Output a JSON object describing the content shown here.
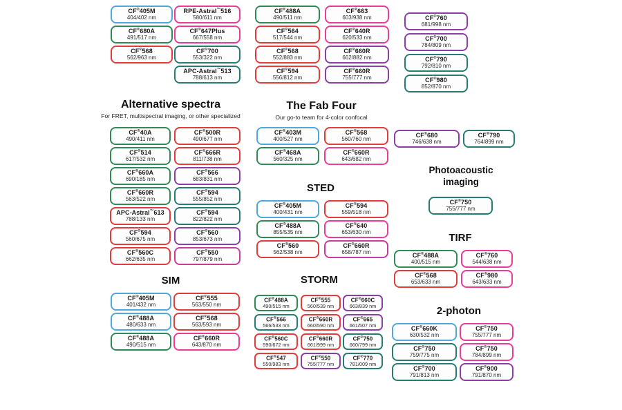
{
  "colors": {
    "blue": "#4da8dc",
    "green": "#2f8a55",
    "teal": "#267c74",
    "red": "#e23b3b",
    "pink": "#ea3b96",
    "magenta": "#c93a9e",
    "purple": "#8a3fa6"
  },
  "sections": [
    {
      "id": "top-grid",
      "title": "",
      "columns": [
        [
          {
            "name": "CF®405M",
            "nm": "404/402 nm",
            "color": "blue"
          },
          {
            "name": "CF®680A",
            "nm": "491/517 nm",
            "color": "green"
          },
          {
            "name": "CF®568",
            "nm": "562/963 nm",
            "color": "red"
          }
        ],
        [
          {
            "name": "RPE-Astral™516",
            "nm": "580/611 nm",
            "color": "pink"
          },
          {
            "name": "CF®647Plus",
            "nm": "667/558 nm",
            "color": "pink"
          },
          {
            "name": "CF®700",
            "nm": "553/322 nm",
            "color": "teal"
          },
          {
            "name": "APC-Astral™513",
            "nm": "788/613 nm",
            "color": "teal"
          }
        ],
        [
          {
            "name": "CF®488A",
            "nm": "490/511 nm",
            "color": "green"
          },
          {
            "name": "CF®564",
            "nm": "517/544 nm",
            "color": "red"
          },
          {
            "name": "CF®568",
            "nm": "552/883 nm",
            "color": "red"
          },
          {
            "name": "CF®594",
            "nm": "556/812 nm",
            "color": "red"
          }
        ],
        [
          {
            "name": "CF®663",
            "nm": "603/938 nm",
            "color": "pink"
          },
          {
            "name": "CF®640R",
            "nm": "620/533 nm",
            "color": "pink"
          },
          {
            "name": "CF®660R",
            "nm": "662/882 nm",
            "color": "purple"
          },
          {
            "name": "CF®660R",
            "nm": "755/777 nm",
            "color": "purple"
          }
        ],
        [
          {
            "name": "CF®760",
            "nm": "681/998 nm",
            "color": "purple"
          },
          {
            "name": "CF®700",
            "nm": "784/809 nm",
            "color": "purple"
          },
          {
            "name": "CF®790",
            "nm": "792/810 nm",
            "color": "teal"
          },
          {
            "name": "CF®980",
            "nm": "852/870 nm",
            "color": "teal"
          }
        ]
      ]
    },
    {
      "id": "alternative-spectra",
      "title": "Alternative spectra",
      "subtitle": "For FRET, multispectral imaging, or other specialized",
      "columns": [
        [
          {
            "name": "CF®40A",
            "nm": "490/411 nm",
            "color": "green"
          },
          {
            "name": "CF®514",
            "nm": "617/532 nm",
            "color": "green"
          },
          {
            "name": "CF®660A",
            "nm": "690/185 nm",
            "color": "green"
          },
          {
            "name": "CF®660R",
            "nm": "563/522 nm",
            "color": "green"
          },
          {
            "name": "APC-Astral™613",
            "nm": "788/133 nm",
            "color": "red"
          },
          {
            "name": "CF®594",
            "nm": "560/675 nm",
            "color": "red"
          },
          {
            "name": "CF®560C",
            "nm": "662/635 nm",
            "color": "red"
          }
        ],
        [
          {
            "name": "CF®500R",
            "nm": "490/677 nm",
            "color": "red"
          },
          {
            "name": "CF®666R",
            "nm": "811/738 nm",
            "color": "red"
          },
          {
            "name": "CF®566",
            "nm": "683/831 nm",
            "color": "purple"
          },
          {
            "name": "CF®594",
            "nm": "555/852 nm",
            "color": "teal"
          },
          {
            "name": "CF®594",
            "nm": "822/822 nm",
            "color": "teal"
          },
          {
            "name": "CF®560",
            "nm": "853/673 nm",
            "color": "purple"
          },
          {
            "name": "CF®550",
            "nm": "797/879 nm",
            "color": "magenta"
          }
        ]
      ]
    },
    {
      "id": "fab-four",
      "title": "The Fab Four",
      "subtitle": "Our go-to team for 4-color confocal",
      "columns": [
        [
          {
            "name": "CF®403M",
            "nm": "400/527 nm",
            "color": "blue"
          },
          {
            "name": "CF®468A",
            "nm": "560/325 nm",
            "color": "green"
          }
        ],
        [
          {
            "name": "CF®568",
            "nm": "560/760 nm",
            "color": "red"
          },
          {
            "name": "CF®660R",
            "nm": "643/682 nm",
            "color": "pink"
          }
        ]
      ]
    },
    {
      "id": "sted",
      "title": "STED",
      "columns": [
        [
          {
            "name": "CF®405M",
            "nm": "400/431 nm",
            "color": "blue"
          },
          {
            "name": "CF®488A",
            "nm": "855/535 nm",
            "color": "green"
          },
          {
            "name": "CF®560",
            "nm": "562/538 nm",
            "color": "red"
          }
        ],
        [
          {
            "name": "CF®594",
            "nm": "559/518 nm",
            "color": "red"
          },
          {
            "name": "CF®640",
            "nm": "653/630 nm",
            "color": "pink"
          },
          {
            "name": "CF®660R",
            "nm": "658/787 nm",
            "color": "magenta"
          }
        ]
      ]
    },
    {
      "id": "nir-pair",
      "title": "",
      "columns": [
        [
          {
            "name": "CF®680",
            "nm": "746/638 nm",
            "color": "purple"
          }
        ],
        [
          {
            "name": "CF®790",
            "nm": "764/899 nm",
            "color": "teal"
          }
        ]
      ]
    },
    {
      "id": "photoacoustic",
      "title": "Photoacoustic imaging",
      "columns": [
        [
          {
            "name": "CF®750",
            "nm": "755/777 nm",
            "color": "teal"
          }
        ]
      ]
    },
    {
      "id": "tirf",
      "title": "TIRF",
      "columns": [
        [
          {
            "name": "CF®488A",
            "nm": "400/515 nm",
            "color": "green"
          },
          {
            "name": "CF®568",
            "nm": "653/633 nm",
            "color": "red"
          }
        ],
        [
          {
            "name": "CF®760",
            "nm": "544/638 nm",
            "color": "pink"
          },
          {
            "name": "CF®980",
            "nm": "643/633 nm",
            "color": "pink"
          }
        ]
      ]
    },
    {
      "id": "sim",
      "title": "SIM",
      "columns": [
        [
          {
            "name": "CF®405M",
            "nm": "401/432 nm",
            "color": "blue"
          },
          {
            "name": "CF®488A",
            "nm": "480/633 nm",
            "color": "blue"
          },
          {
            "name": "CF®488A",
            "nm": "490/515 nm",
            "color": "green"
          }
        ],
        [
          {
            "name": "CF®555",
            "nm": "563/550 nm",
            "color": "red"
          },
          {
            "name": "CF®568",
            "nm": "563/593 nm",
            "color": "red"
          },
          {
            "name": "CF®660R",
            "nm": "643/870 nm",
            "color": "pink"
          }
        ]
      ]
    },
    {
      "id": "storm",
      "title": "STORM",
      "columns": [
        [
          {
            "name": "CF®488A",
            "nm": "490/515 nm",
            "color": "green"
          },
          {
            "name": "CF®566",
            "nm": "566/533 nm",
            "color": "teal"
          },
          {
            "name": "CF®560C",
            "nm": "590/672 nm",
            "color": "red"
          },
          {
            "name": "CF®547",
            "nm": "550/983 nm",
            "color": "red"
          }
        ],
        [
          {
            "name": "CF®555",
            "nm": "560/539 nm",
            "color": "red"
          },
          {
            "name": "CF®660R",
            "nm": "660/590 nm",
            "color": "red"
          },
          {
            "name": "CF®660R",
            "nm": "661/999 nm",
            "color": "red"
          },
          {
            "name": "CF®550",
            "nm": "755/777 nm",
            "color": "purple"
          }
        ],
        [
          {
            "name": "CF®660C",
            "nm": "663/839 nm",
            "color": "purple"
          },
          {
            "name": "CF®665",
            "nm": "661/507 nm",
            "color": "purple"
          },
          {
            "name": "CF®750",
            "nm": "660/799 nm",
            "color": "teal"
          },
          {
            "name": "CF®770",
            "nm": "781/009 nm",
            "color": "teal"
          }
        ]
      ]
    },
    {
      "id": "two-photon",
      "title": "2-photon",
      "columns": [
        [
          {
            "name": "CF®660K",
            "nm": "630/532 nm",
            "color": "blue"
          },
          {
            "name": "CF®750",
            "nm": "759/775 nm",
            "color": "teal"
          },
          {
            "name": "CF®700",
            "nm": "791/813 nm",
            "color": "teal"
          }
        ],
        [
          {
            "name": "CF®750",
            "nm": "755/777 nm",
            "color": "pink"
          },
          {
            "name": "CF®750",
            "nm": "784/899 nm",
            "color": "pink"
          },
          {
            "name": "CF®900",
            "nm": "791/870 nm",
            "color": "purple"
          }
        ]
      ]
    }
  ]
}
